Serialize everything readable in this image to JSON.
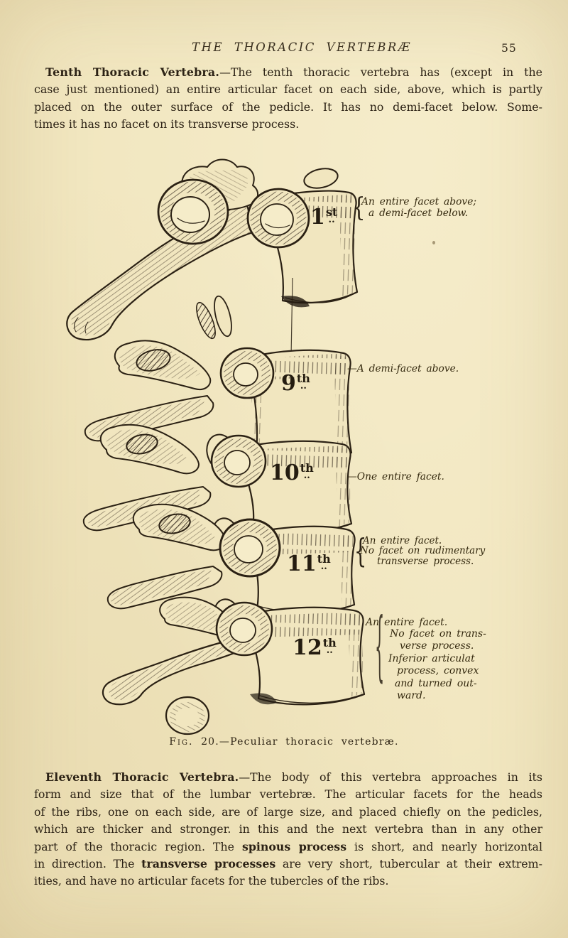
{
  "header": {
    "title": "THE THORACIC VERTEBRÆ",
    "page_number": "55"
  },
  "paragraphs": {
    "tenth": {
      "lines": [
        {
          "pre": "",
          "bold": "Tenth Thoracic Vertebra.",
          "post": "—The tenth thoracic vertebra has (except in the"
        },
        {
          "pre": "case just mentioned) an entire articular facet on each side, above, which is partly",
          "bold": "",
          "post": ""
        },
        {
          "pre": "placed on the outer surface of the pedicle. It has no demi-facet below. Some-",
          "bold": "",
          "post": ""
        },
        {
          "pre": "times it has no facet on its transverse process.",
          "bold": "",
          "post": ""
        }
      ]
    },
    "eleventh": {
      "lines": [
        {
          "pre": "",
          "bold": "Eleventh Thoracic Vertebra.",
          "post": "—The body of this vertebra approaches in its"
        },
        {
          "pre": "form and size that of the lumbar vertebræ. The articular facets for the heads",
          "bold": "",
          "post": ""
        },
        {
          "pre": "of the ribs, one on each side, are of large size, and placed chiefly on the pedicles,",
          "bold": "",
          "post": ""
        },
        {
          "pre": "which are thicker and stronger. in this and the next vertebra than in any other",
          "bold": "",
          "post": ""
        },
        {
          "pre": "part of the thoracic region. The ",
          "bold": "spinous process",
          "post": " is short, and nearly horizontal"
        },
        {
          "pre": "in direction. The ",
          "bold": "transverse processes",
          "post": " are very short, tubercular at their extrem-"
        },
        {
          "pre": "ities, and have no articular facets for the tubercles of the ribs.",
          "bold": "",
          "post": ""
        }
      ]
    }
  },
  "figure": {
    "numbers": [
      {
        "num": "1",
        "suffix": "st"
      },
      {
        "num": "9",
        "suffix": "th"
      },
      {
        "num": "10",
        "suffix": "th"
      },
      {
        "num": "11",
        "suffix": "th"
      },
      {
        "num": "12",
        "suffix": "th"
      }
    ],
    "sup_dots": "..",
    "brace": "{",
    "labels": {
      "first_line1": "An entire facet above;",
      "first_line2": "a demi-facet below.",
      "ninth": "—A demi-facet above.",
      "tenth": "—One entire facet.",
      "eleventh_line1": "An entire facet.",
      "eleventh_line2": "No facet on rudimentary",
      "eleventh_line3": "transverse process.",
      "twelfth_head": "An entire facet.",
      "twelfth_line1": "No facet on trans-",
      "twelfth_line2": "verse process.",
      "twelfth_line3": "Inferior articulat",
      "twelfth_line4": "process, convex",
      "twelfth_line5": "and turned out-",
      "twelfth_line6": "ward."
    },
    "caption_fig": "Fig.",
    "caption_rest": "20.—Peculiar thoracic vertebræ."
  }
}
